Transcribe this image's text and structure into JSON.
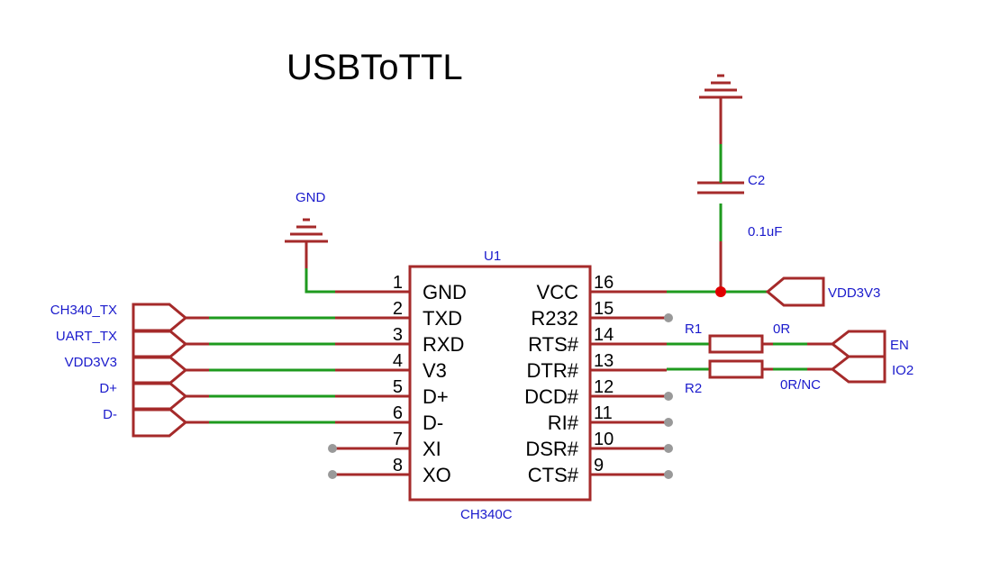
{
  "title": "USBToTTL",
  "colors": {
    "wire": "#a52a2a",
    "net_wire": "#1e9a1e",
    "net_label_text": "#1a1acc",
    "junction": "#e00000",
    "no_connect": "#999999"
  },
  "ic": {
    "designator": "U1",
    "part": "CH340C",
    "left_pins": [
      {
        "num": "1",
        "name": "GND"
      },
      {
        "num": "2",
        "name": "TXD"
      },
      {
        "num": "3",
        "name": "RXD"
      },
      {
        "num": "4",
        "name": "V3"
      },
      {
        "num": "5",
        "name": "D+"
      },
      {
        "num": "6",
        "name": "D-"
      },
      {
        "num": "7",
        "name": "XI"
      },
      {
        "num": "8",
        "name": "XO"
      }
    ],
    "right_pins": [
      {
        "num": "16",
        "name": "VCC"
      },
      {
        "num": "15",
        "name": "R232"
      },
      {
        "num": "14",
        "name": "RTS#"
      },
      {
        "num": "13",
        "name": "DTR#"
      },
      {
        "num": "12",
        "name": "DCD#"
      },
      {
        "num": "11",
        "name": "RI#"
      },
      {
        "num": "10",
        "name": "DSR#"
      },
      {
        "num": "9",
        "name": "CTS#"
      }
    ]
  },
  "gnd_label": "GND",
  "left_nets": [
    "CH340_TX",
    "UART_TX",
    "VDD3V3",
    "D+",
    "D-"
  ],
  "right_nets": {
    "vcc": "VDD3V3",
    "en": "EN",
    "io2": "IO2"
  },
  "capacitor": {
    "designator": "C2",
    "value": "0.1uF"
  },
  "resistors": [
    {
      "designator": "R1",
      "value": "0R"
    },
    {
      "designator": "R2",
      "value": "0R/NC"
    }
  ]
}
